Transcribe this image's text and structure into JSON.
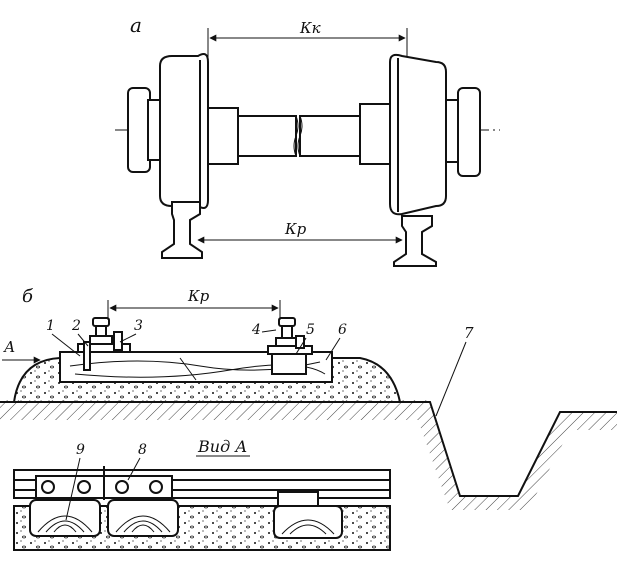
{
  "panel_a": {
    "label": "а",
    "dim_wheel": "Кк",
    "dim_rail": "Кр"
  },
  "panel_b": {
    "label": "б",
    "dim_rail": "Кр",
    "arrow_label": "А",
    "parts": [
      "1",
      "2",
      "3",
      "4",
      "5",
      "6",
      "7"
    ],
    "view_title": "Вид А",
    "view_parts": [
      "9",
      "8"
    ]
  }
}
